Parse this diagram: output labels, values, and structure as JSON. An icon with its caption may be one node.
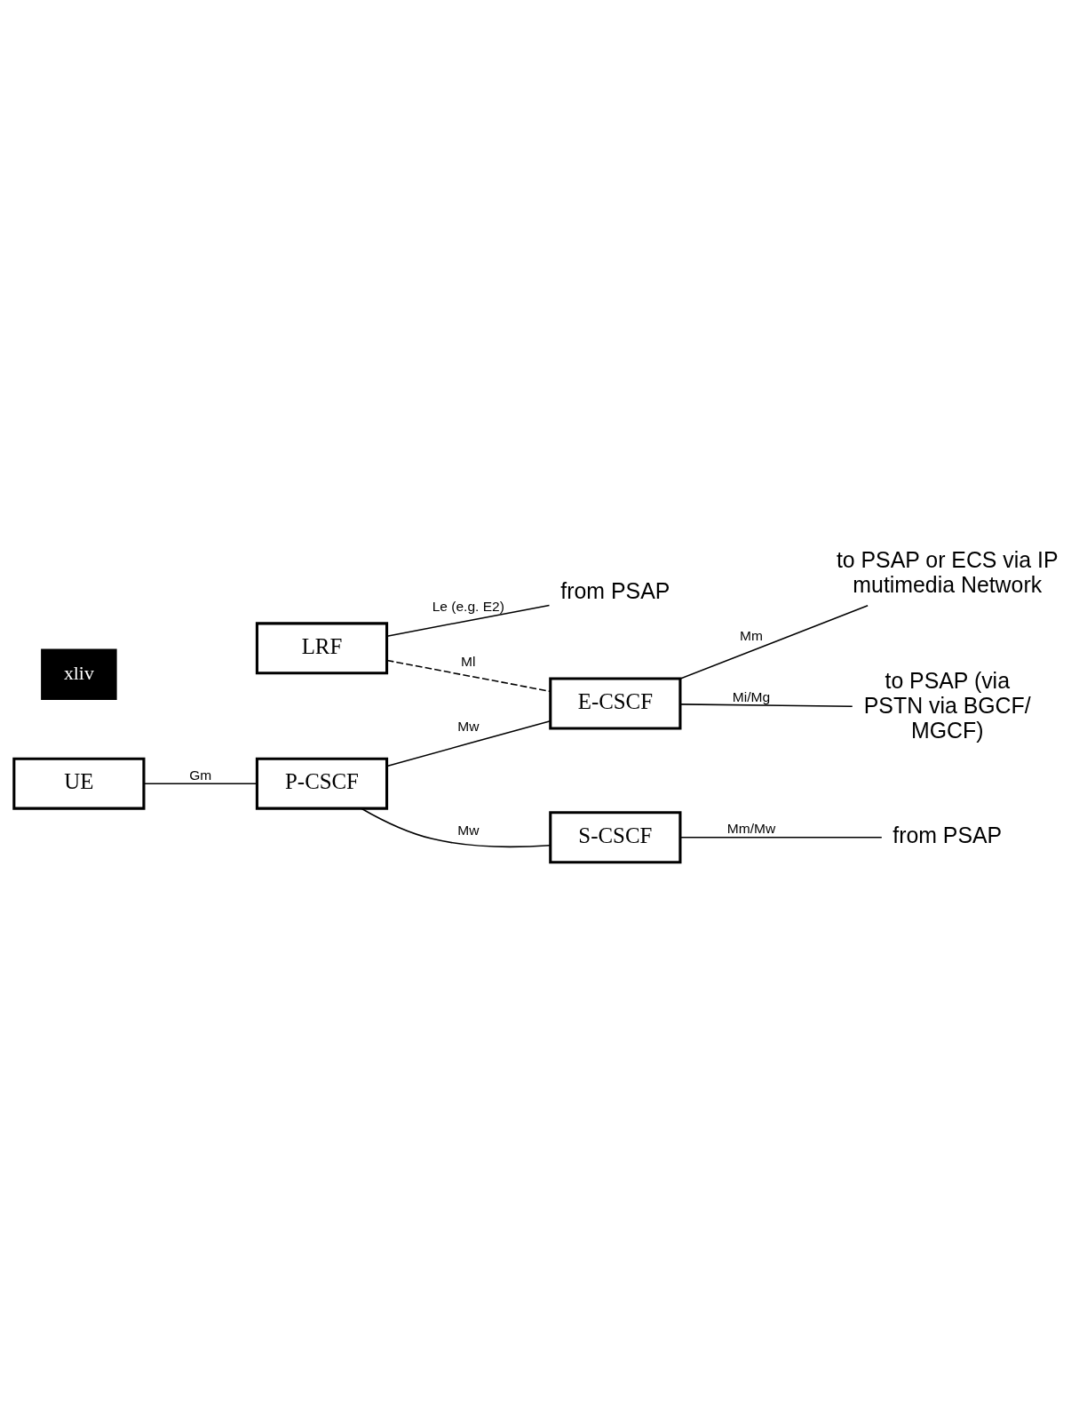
{
  "diagram": {
    "nodes": [
      {
        "text": [
          "LRF"
        ]
      },
      {
        "text": [
          "from PSAP"
        ]
      },
      {
        "text": [
          "to PSAP or ECS via IP  mutimedia Network"
        ]
      },
      {
        "text": [
          "UE"
        ]
      },
      {
        "text": [
          "P-CSCF"
        ]
      },
      {
        "text": [
          "E-CSCF"
        ]
      },
      {
        "text": [
          "to PSAP (via PSTN via BGCF/ MGCF)"
        ]
      },
      {
        "text": [
          "S-CSCF"
        ]
      },
      {
        "text": [
          "from PSAP"
        ]
      }
    ],
    "edges": [
      {
        "from": 0,
        "to": 1,
        "arrow": "none",
        "label": "Le (e.g. E2)"
      },
      {
        "from": 0,
        "to": 5,
        "arrow": "none",
        "label": "Ml",
        "style": "dashed"
      },
      {
        "from": 5,
        "to": 2,
        "arrow": "none",
        "label": "Mm"
      },
      {
        "from": 3,
        "to": 4,
        "arrow": "none",
        "label": "Gm"
      },
      {
        "from": 4,
        "to": 5,
        "arrow": "none",
        "label": "Mw"
      },
      {
        "from": 5,
        "to": 6,
        "arrow": "none",
        "label": "Mi/Mg"
      },
      {
        "from": 4,
        "to": 7,
        "arrow": "none",
        "label": "Mw"
      },
      {
        "from": 7,
        "to": 8,
        "arrow": "none",
        "label": "Mm/Mw"
      }
    ],
    "labels": [
      "xliv"
    ]
  }
}
